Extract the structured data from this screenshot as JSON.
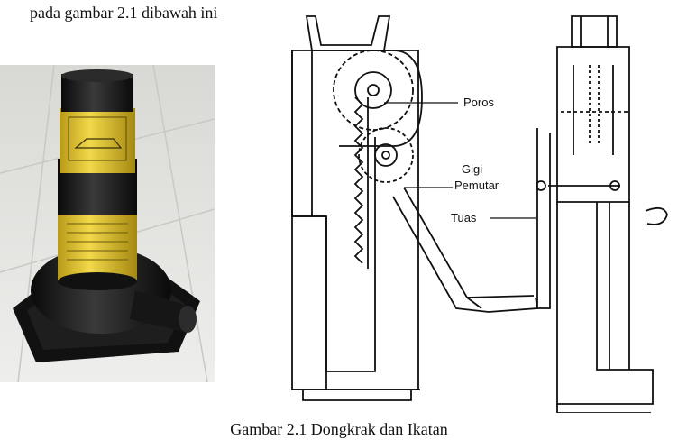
{
  "document": {
    "intro_text": "pada gambar 2.1 dibawah ini",
    "caption": "Gambar 2.1 Dongkrak dan Ikatan"
  },
  "diagram": {
    "labels": {
      "poros": "Poros",
      "gigi": "Gigi",
      "pemutar": "Pemutar",
      "tuas": "Tuas"
    }
  }
}
